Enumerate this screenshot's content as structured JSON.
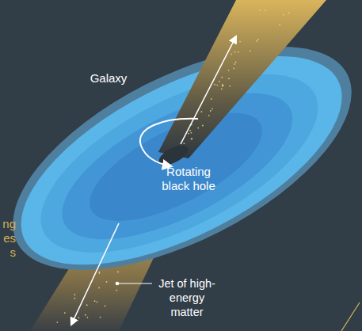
{
  "diagram": {
    "labels": [
      "Galaxy",
      "Rotating black hole",
      "Jet of high-energy matter",
      "ng",
      "es",
      "s"
    ]
  }
}
